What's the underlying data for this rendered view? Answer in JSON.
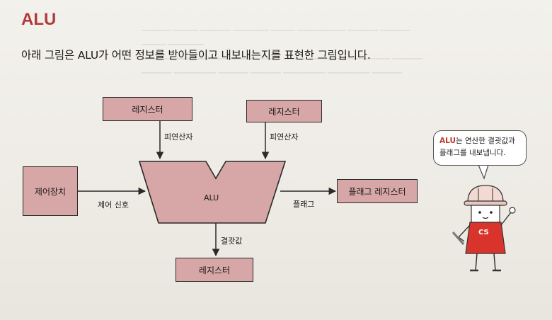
{
  "title": "ALU",
  "subtitle": "아래 그림은 ALU가 어떤 정보를 받아들이고 내보내는지를 표현한 그림입니다.",
  "diagram": {
    "register_top_left": "레지스터",
    "register_top_right": "레지스터",
    "operand_left": "피연산자",
    "operand_right": "피연산자",
    "control_unit": "제어장치",
    "control_signal": "제어 신호",
    "alu": "ALU",
    "flag_label": "플래그",
    "flag_register": "플래그 레지스터",
    "result_label": "결괏값",
    "register_bottom": "레지스터"
  },
  "bubble": {
    "highlight": "ALU",
    "text_line1": "는 연산한 결괏값과",
    "text_line2": "플래그를 내보냅니다."
  },
  "mascot": {
    "badge": "CS"
  },
  "colors": {
    "title": "#b23a3a",
    "box_fill": "#d7a6a6",
    "mascot_red": "#d9342b"
  }
}
